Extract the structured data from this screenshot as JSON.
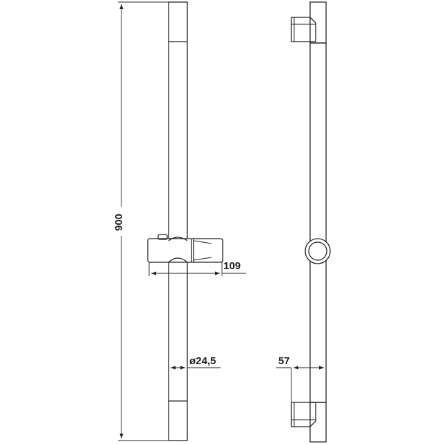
{
  "dimensions": {
    "height": "900",
    "slider_width": "109",
    "rod_diameter": "ø24,5",
    "wall_distance": "57"
  },
  "colors": {
    "line": "#222222",
    "background": "#ffffff"
  }
}
